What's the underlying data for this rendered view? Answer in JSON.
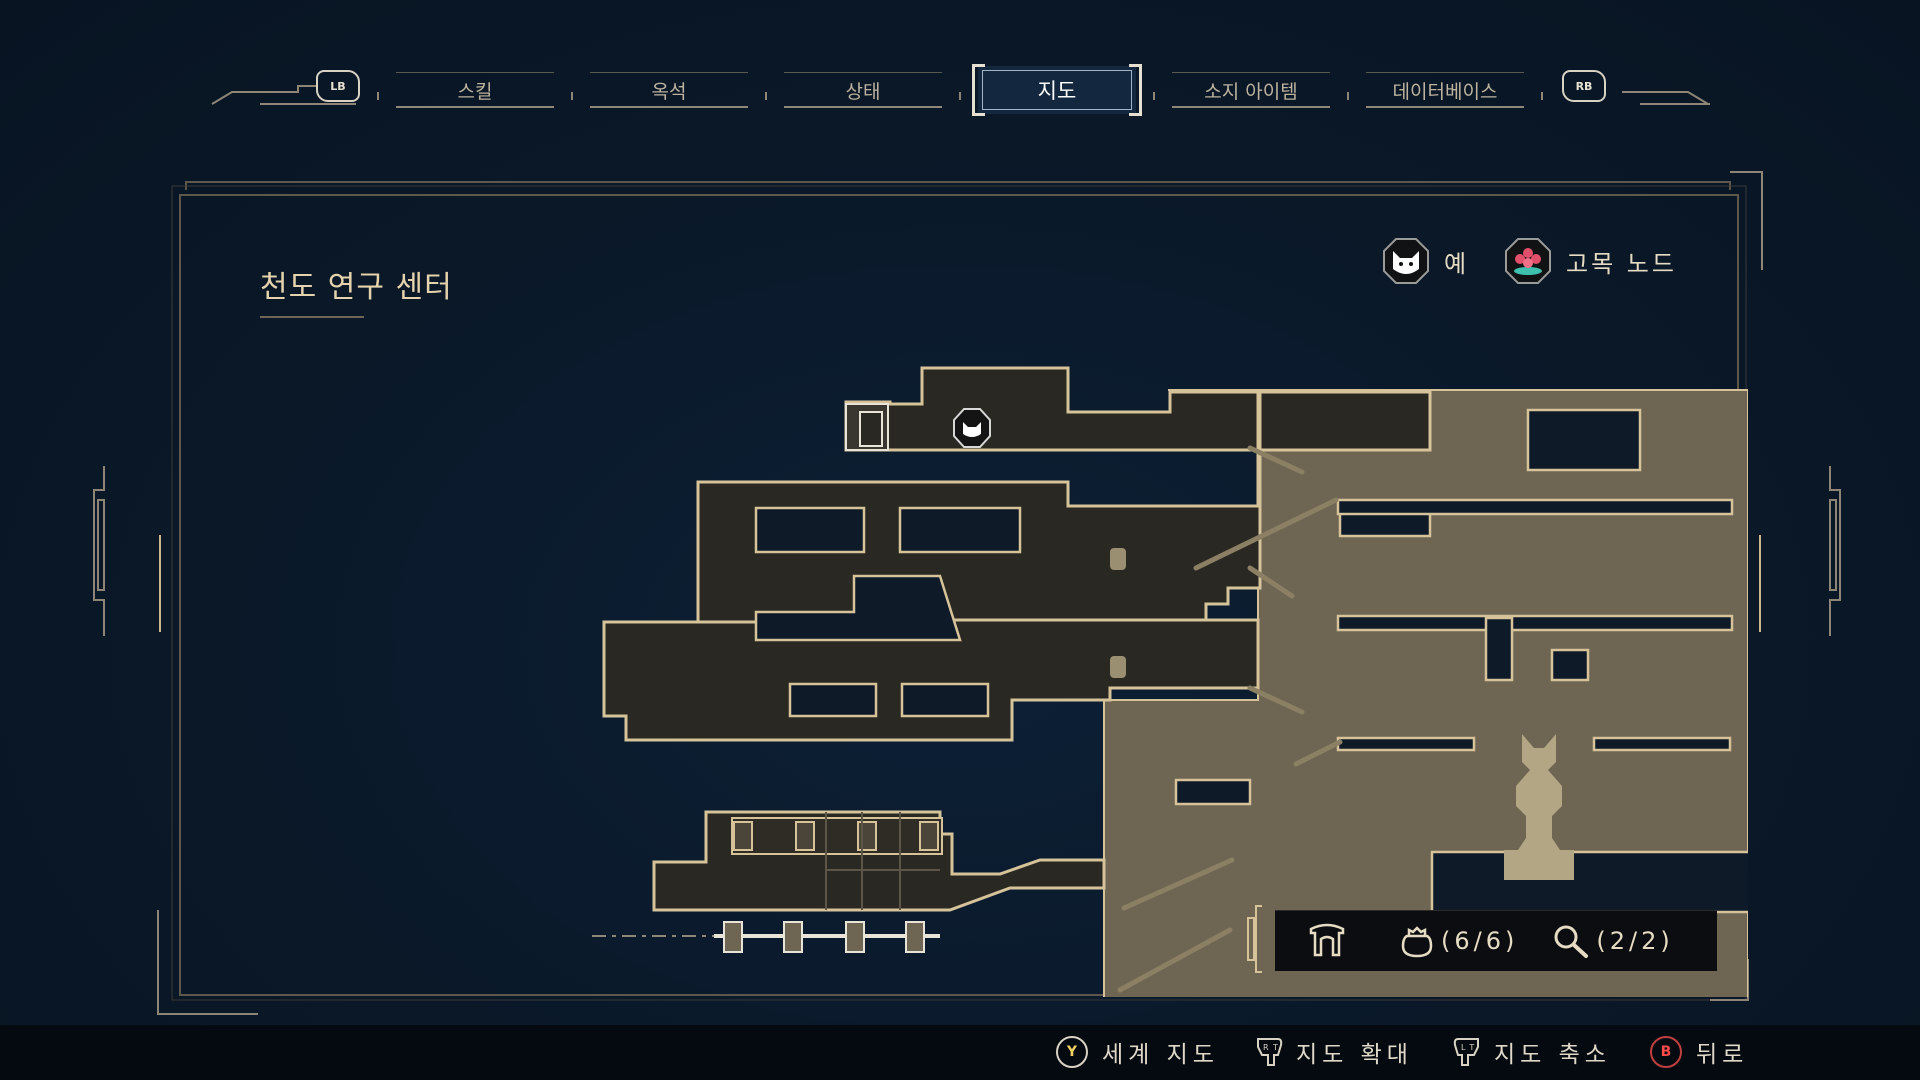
{
  "tabs": {
    "left_bumper": "LB",
    "right_bumper": "RB",
    "items": [
      {
        "label": "스킬"
      },
      {
        "label": "옥석"
      },
      {
        "label": "상태"
      },
      {
        "label": "지도",
        "active": true
      },
      {
        "label": "소지 아이템"
      },
      {
        "label": "데이터베이스"
      }
    ]
  },
  "map": {
    "area_title": "천도 연구 센터",
    "legend": [
      {
        "icon": "cat-face-icon",
        "label": "예"
      },
      {
        "icon": "lotus-node-icon",
        "label": "고목 노드"
      }
    ],
    "stats": {
      "chest": "(6/6)",
      "search": "(2/2)"
    }
  },
  "hints": [
    {
      "button": "Y",
      "label": "세계 지도"
    },
    {
      "button": "RT",
      "label": "지도 확대"
    },
    {
      "button": "LT",
      "label": "지도 축소"
    },
    {
      "button": "B",
      "label": "뒤로"
    }
  ],
  "colors": {
    "map_fill": "#2a2823",
    "map_outline": "#d6c39a",
    "explored_fill": "#6e6552",
    "accent": "#e4d3ac",
    "background": "#0a1828"
  }
}
